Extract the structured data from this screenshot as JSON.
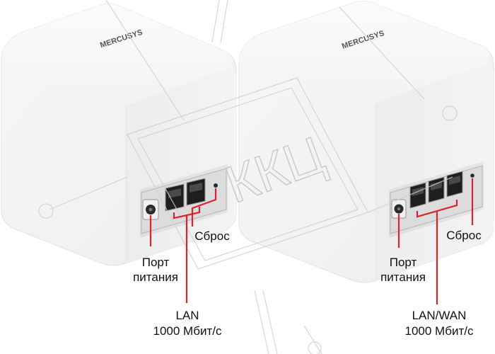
{
  "devices": [
    {
      "brand_text": "MERCUSYS",
      "labels": {
        "reset": "Сброс",
        "power_line1": "Порт",
        "power_line2": "питания",
        "lan_line1": "LAN",
        "lan_line2": "1000 Мбит/с"
      }
    },
    {
      "brand_text": "MERCUSYS",
      "labels": {
        "reset": "Сброс",
        "power_line1": "Порт",
        "power_line2": "питания",
        "lan_line1": "LAN/WAN",
        "lan_line2": "1000 Мбит/с"
      }
    }
  ],
  "watermark": {
    "text": "ККЦ"
  },
  "colors": {
    "callout": "#d9232d",
    "text": "#111111",
    "device": "#f6f6f6"
  }
}
